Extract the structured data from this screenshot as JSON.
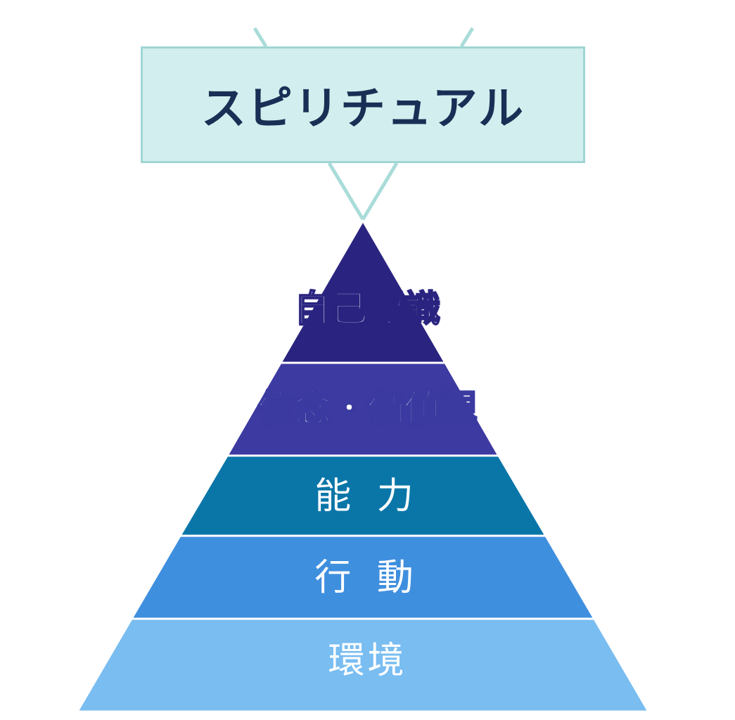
{
  "apex": {
    "label": "スピリチュアル",
    "fill": "#d3eeee",
    "border": "#9fd6d4",
    "text_color": "#1a2f55",
    "connector_color": "#a9dcd9"
  },
  "layers": [
    {
      "label": "自己認識",
      "fill": "#2a2480"
    },
    {
      "label": "信念・価値観",
      "fill": "#3d3aa2"
    },
    {
      "label": "能 力",
      "fill": "#0a76a8"
    },
    {
      "label": "行 動",
      "fill": "#3f8fdf"
    },
    {
      "label": "環境",
      "fill": "#79bdf1"
    }
  ],
  "outline_color": "#ffffff"
}
